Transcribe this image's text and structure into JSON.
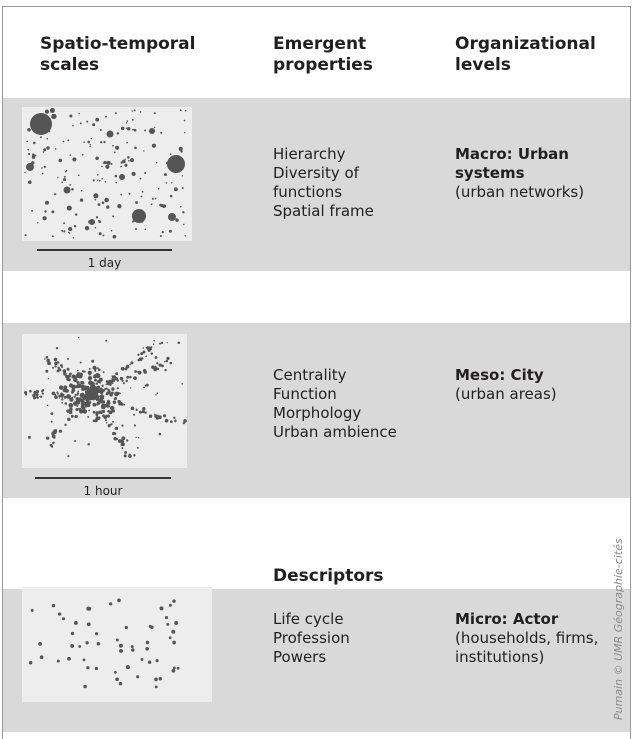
{
  "headers": {
    "scales": "Spatio-temporal scales",
    "properties": "Emergent properties",
    "levels": "Organizational levels"
  },
  "rows": [
    {
      "scale_label": "1 day",
      "properties": [
        "Hierarchy",
        "Diversity of",
        "functions",
        "Spatial frame"
      ],
      "level_title": "Macro: Urban systems",
      "level_detail": "(urban networks)"
    },
    {
      "scale_label": "1 hour",
      "properties": [
        "Centrality",
        "Function",
        "Morphology",
        "Urban ambience"
      ],
      "level_title": "Meso: City",
      "level_detail": "(urban areas)"
    },
    {
      "scale_label": "",
      "properties": [
        "Life cycle",
        "Profession",
        "Powers"
      ],
      "level_title": "Micro: Actor",
      "level_detail": "(households, firms, institutions)"
    }
  ],
  "descriptors_label": "Descriptors",
  "credit": "Pumain © UMR Géographie-cités",
  "colors": {
    "band": "#d9d9d9",
    "thumb": "#ededed",
    "dot": "#555555"
  }
}
